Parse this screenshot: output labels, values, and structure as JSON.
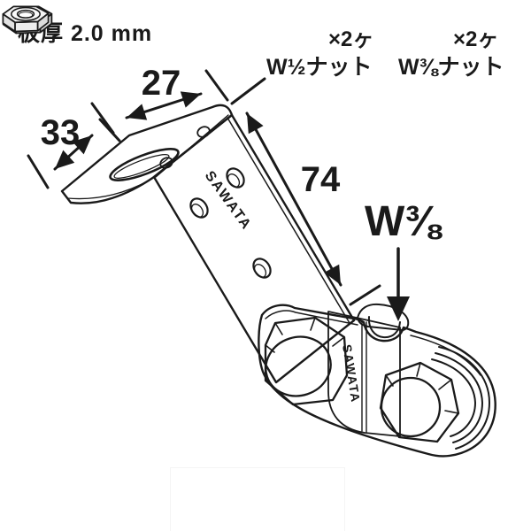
{
  "colors": {
    "background": "#ffffff",
    "ink": "#1a1a1a",
    "metal_light": "#fbfbfb",
    "metal_mid": "#ececec",
    "metal_dark": "#d4d4d4"
  },
  "header": {
    "plate_thickness": "板厚 2.0 mm"
  },
  "parts": [
    {
      "icon": "hex-nut-icon",
      "qty": "×2ヶ",
      "name": "W½ナット"
    },
    {
      "icon": "hex-nut-icon",
      "qty": "×2ヶ",
      "name": "W⅜ナット"
    }
  ],
  "drawing": {
    "dims": {
      "flange_depth": "27",
      "flange_width": "33",
      "arm_length": "74"
    },
    "thread_label": "W⅜",
    "brand_arm": "SAWATA",
    "brand_clamp": "SAWATA"
  }
}
